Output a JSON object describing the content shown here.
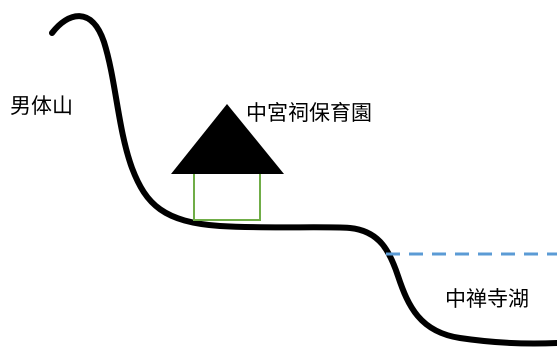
{
  "labels": {
    "mountain": "男体山",
    "nursery": "中宮祠保育園",
    "lake": "中禅寺湖"
  },
  "colors": {
    "terrain": "#000000",
    "roof": "#000000",
    "house_outline": "#70ad47",
    "water_line": "#5b9bd5",
    "background": "#ffffff"
  }
}
